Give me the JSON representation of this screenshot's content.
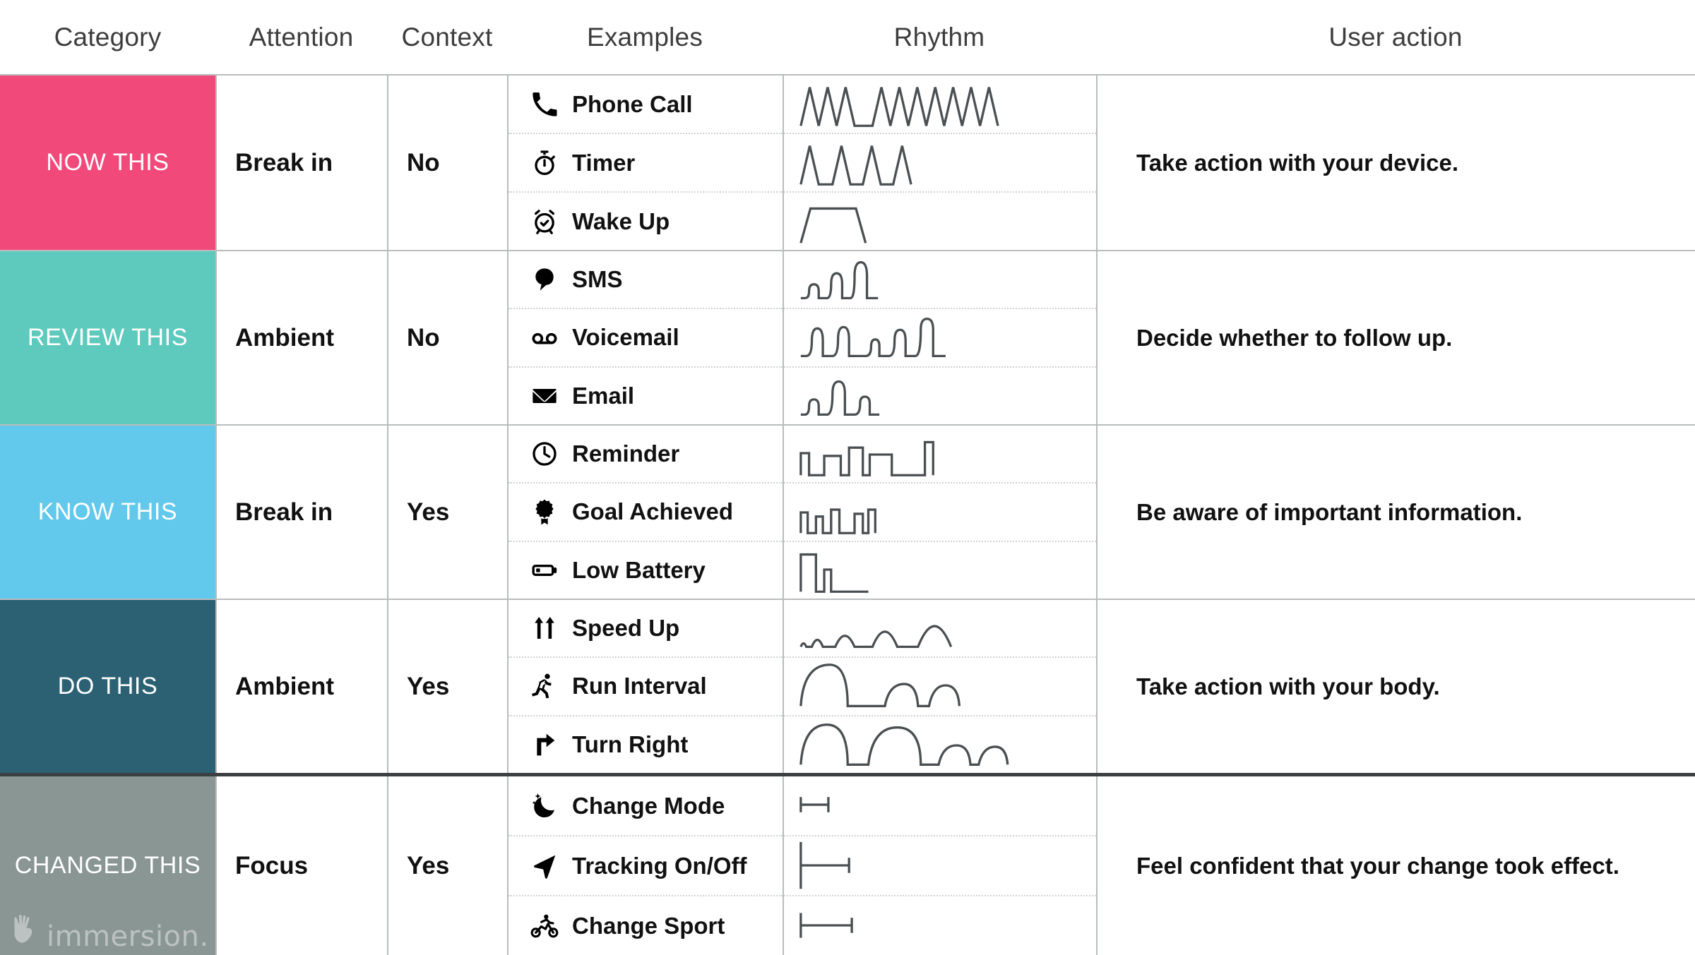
{
  "columns": [
    {
      "key": "category",
      "label": "Category"
    },
    {
      "key": "attention",
      "label": "Attention"
    },
    {
      "key": "context",
      "label": "Context"
    },
    {
      "key": "examples",
      "label": "Examples"
    },
    {
      "key": "rhythm",
      "label": "Rhythm"
    },
    {
      "key": "user_action",
      "label": "User action"
    }
  ],
  "colors": {
    "now_this": "#f2497b",
    "review_this": "#5ec9bd",
    "know_this": "#62c8ec",
    "do_this": "#2c6174",
    "changed_this": "#8a9694",
    "grid_line": "#b9bcbd",
    "heavy_rule": "#3b3f42",
    "wave_stroke": "#4a4f52",
    "label_text": "#ffffff"
  },
  "rows": [
    {
      "category": "NOW THIS",
      "color_key": "now_this",
      "attention": "Break in",
      "context": "No",
      "user_action": "Take action with your device.",
      "examples": [
        {
          "label": "Phone Call",
          "icon": "phone-icon",
          "wave": "zigzag-long"
        },
        {
          "label": "Timer",
          "icon": "stopwatch-icon",
          "wave": "zigzag-short"
        },
        {
          "label": "Wake Up",
          "icon": "alarm-clock-icon",
          "wave": "trapezoid"
        }
      ]
    },
    {
      "category": "REVIEW THIS",
      "color_key": "review_this",
      "attention": "Ambient",
      "context": "No",
      "user_action": "Decide whether to follow up.",
      "examples": [
        {
          "label": "SMS",
          "icon": "speech-bubble-icon",
          "wave": "pulse-sms"
        },
        {
          "label": "Voicemail",
          "icon": "voicemail-icon",
          "wave": "pulse-voicemail"
        },
        {
          "label": "Email",
          "icon": "envelope-icon",
          "wave": "pulse-email"
        }
      ]
    },
    {
      "category": "KNOW THIS",
      "color_key": "know_this",
      "attention": "Break in",
      "context": "Yes",
      "user_action": "Be aware of important information.",
      "examples": [
        {
          "label": "Reminder",
          "icon": "clock-icon",
          "wave": "square-reminder"
        },
        {
          "label": "Goal Achieved",
          "icon": "award-icon",
          "wave": "square-goal"
        },
        {
          "label": "Low Battery",
          "icon": "battery-icon",
          "wave": "square-battery"
        }
      ]
    },
    {
      "category": "DO THIS",
      "color_key": "do_this",
      "attention": "Ambient",
      "context": "Yes",
      "user_action": "Take action with your body.",
      "examples": [
        {
          "label": "Speed Up",
          "icon": "double-arrow-up-icon",
          "wave": "arc-speedup"
        },
        {
          "label": "Run Interval",
          "icon": "runner-icon",
          "wave": "arc-run"
        },
        {
          "label": "Turn Right",
          "icon": "turn-right-icon",
          "wave": "arc-turn"
        }
      ]
    },
    {
      "category": "CHANGED THIS",
      "color_key": "changed_this",
      "attention": "Focus",
      "context": "Yes",
      "heavy_divider_above": true,
      "user_action": "Feel confident that your change took effect.",
      "examples": [
        {
          "label": "Change Mode",
          "icon": "moon-icon",
          "wave": "ibeam-short"
        },
        {
          "label": "Tracking On/Off",
          "icon": "navigation-icon",
          "wave": "ibeam-tall"
        },
        {
          "label": "Change Sport",
          "icon": "cyclist-icon",
          "wave": "ibeam-mid"
        }
      ]
    }
  ],
  "watermark": {
    "text": "immersion.",
    "icon": "hand-logo-icon"
  }
}
